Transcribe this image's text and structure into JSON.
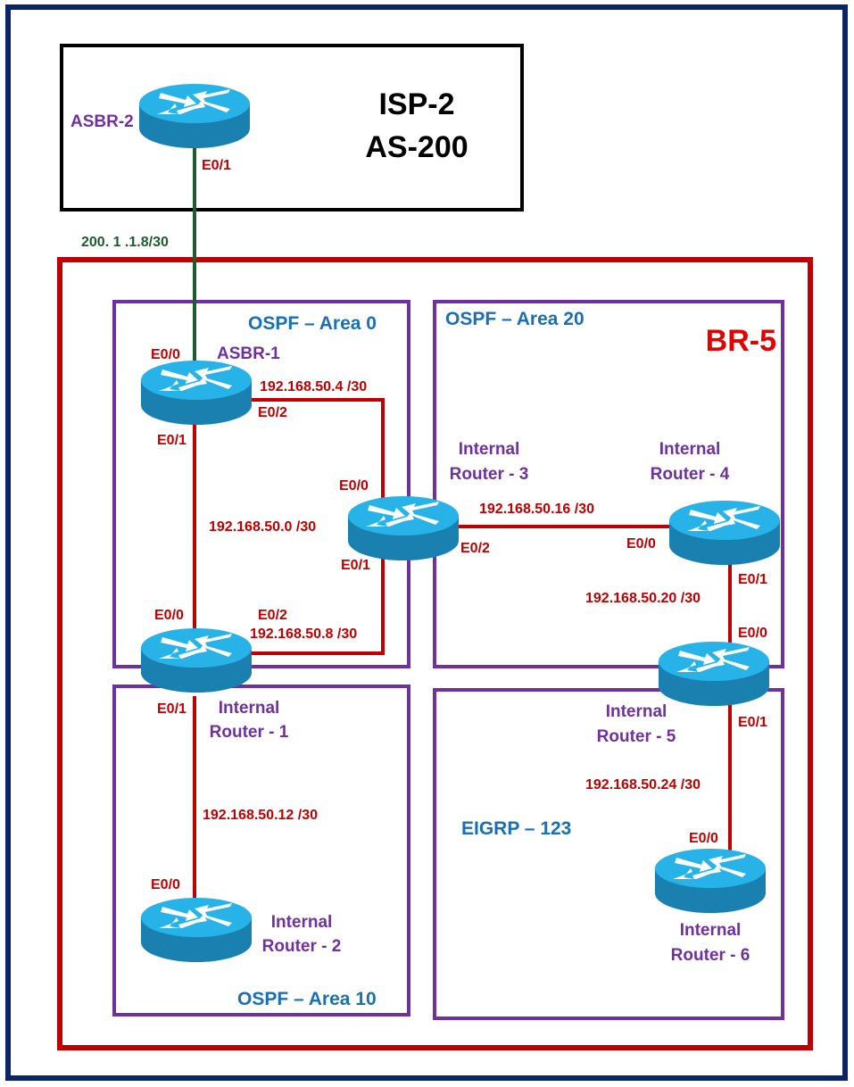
{
  "title_box": {
    "line1": "ISP-2",
    "line2": "AS-200"
  },
  "branch": {
    "label": "BR-5"
  },
  "areas": {
    "area0": "OSPF – Area 0",
    "area20": "OSPF – Area 20",
    "area10": "OSPF – Area 10",
    "eigrp": "EIGRP – 123"
  },
  "routers": {
    "asbr2": {
      "name": "ASBR-2"
    },
    "asbr1": {
      "name": "ASBR-1"
    },
    "ir1": {
      "line1": "Internal",
      "line2": "Router - 1"
    },
    "ir2": {
      "line1": "Internal",
      "line2": "Router - 2"
    },
    "ir3": {
      "line1": "Internal",
      "line2": "Router - 3"
    },
    "ir4": {
      "line1": "Internal",
      "line2": "Router - 4"
    },
    "ir5": {
      "line1": "Internal",
      "line2": "Router - 5"
    },
    "ir6": {
      "line1": "Internal",
      "line2": "Router - 6"
    }
  },
  "networks": {
    "isp_link": "200. 1 .1.8/30",
    "asbr1_ir3": "192.168.50.4 /30",
    "asbr1_ir1": "192.168.50.0 /30",
    "ir1_ir3": "192.168.50.8 /30",
    "ir3_ir4": "192.168.50.16 /30",
    "ir4_ir5": "192.168.50.20 /30",
    "ir1_ir2": "192.168.50.12 /30",
    "ir5_ir6": "192.168.50.24 /30"
  },
  "interfaces": {
    "asbr2_e01": "E0/1",
    "asbr1_e00": "E0/0",
    "asbr1_e02": "E0/2",
    "asbr1_e01": "E0/1",
    "ir3_e00": "E0/0",
    "ir3_e01": "E0/1",
    "ir3_e02": "E0/2",
    "ir1_e00": "E0/0",
    "ir1_e02": "E0/2",
    "ir1_e01": "E0/1",
    "ir2_e00": "E0/0",
    "ir4_e00": "E0/0",
    "ir4_e01": "E0/1",
    "ir5_e00": "E0/0",
    "ir5_e01": "E0/1",
    "ir6_e00": "E0/0"
  },
  "colors": {
    "outer_border": "#0a2466",
    "branch_border": "#c00000",
    "area_border": "#7030a0",
    "link_red": "#c00000",
    "link_green": "#1e5c2e",
    "router_top": "#27b2e8",
    "router_side": "#1a80b0"
  }
}
